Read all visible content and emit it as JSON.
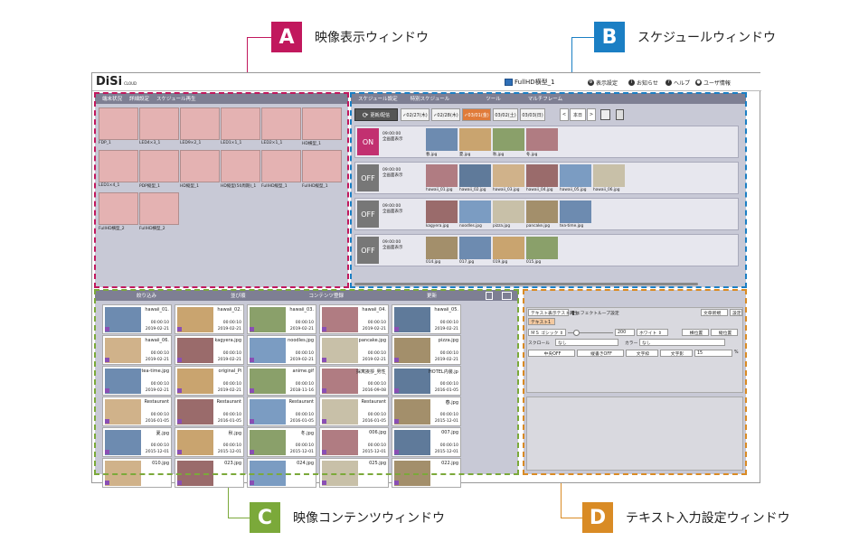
{
  "callouts": {
    "A": {
      "letter": "A",
      "label": "映像表示ウィンドウ",
      "color": "#c1185d"
    },
    "B": {
      "letter": "B",
      "label": "スケジュールウィンドウ",
      "color": "#1b7fc4"
    },
    "C": {
      "letter": "C",
      "label": "映像コンテンツウィンドウ",
      "color": "#7ba93a"
    },
    "D": {
      "letter": "D",
      "label": "テキスト入力設定ウィンドウ",
      "color": "#d98b25"
    }
  },
  "topbar": {
    "logo": "DiSi",
    "logo_sub": "CLOUD",
    "window_title": "FullHD横型_1",
    "items": [
      "表示設定",
      "お知らせ",
      "ヘルプ",
      "ユーザ情報"
    ]
  },
  "display_panel": {
    "tabs": [
      "端末状況",
      "詳細設定",
      "スケジュール再生"
    ],
    "displays": [
      "FDP_1",
      "LED4×3_1",
      "LED9×2_1",
      "LED1×1_1",
      "LED2×1_1",
      "HD横型_1",
      "LED1×4_1",
      "PDP縦型_1",
      "HD縦型_1",
      "HD縦型(50周期)_1",
      "FullHD縦型_1",
      "FullHD縦型_1",
      "FullHD横型_2",
      "FullHD横型_2"
    ]
  },
  "schedule_panel": {
    "tabs": [
      "スケジュール設定",
      "特別スケジュール",
      "ツール",
      "マルチフレーム"
    ],
    "update_button": "更新/配信",
    "dates": [
      "✓02/27(木)",
      "✓02/28(木)",
      "✓03/01(金)",
      "03/02(土)",
      "03/03(日)"
    ],
    "prev": "<",
    "today": "本日",
    "next": ">",
    "rows": [
      {
        "state": "ON",
        "time": "09:00:00",
        "mode": "全画面表示",
        "items": [
          "春.jpg",
          "夏.jpg",
          "秋.jpg",
          "冬.jpg"
        ]
      },
      {
        "state": "OFF",
        "time": "09:00:00",
        "mode": "全画面表示",
        "items": [
          "hawaii_01.jpg",
          "hawaii_02.jpg",
          "hawaii_03.jpg",
          "hawaii_04.jpg",
          "hawaii_05.jpg",
          "hawaii_06.jpg"
        ]
      },
      {
        "state": "OFF",
        "time": "09:00:00",
        "mode": "全画面表示",
        "items": [
          "kagyera.jpg",
          "noodles.jpg",
          "pizza.jpg",
          "pancake.jpg",
          "tea-time.jpg"
        ]
      },
      {
        "state": "OFF",
        "time": "09:00:00",
        "mode": "全画面表示",
        "items": [
          "014.jpg",
          "017.jpg",
          "019.jpg",
          "015.jpg"
        ]
      }
    ]
  },
  "content_panel": {
    "headers": [
      "絞り込み",
      "並び順",
      "コンテンツ登録",
      "更新"
    ],
    "items": [
      {
        "name": "hawaii_01.",
        "duration": "00:00:10",
        "date": "2019-02-21"
      },
      {
        "name": "hawaii_02.",
        "duration": "00:00:10",
        "date": "2019-02-21"
      },
      {
        "name": "hawaii_03.",
        "duration": "00:00:10",
        "date": "2019-02-21"
      },
      {
        "name": "hawaii_04.",
        "duration": "00:00:10",
        "date": "2019-02-21"
      },
      {
        "name": "hawaii_05.",
        "duration": "00:00:10",
        "date": "2019-02-21"
      },
      {
        "name": "hawaii_06.",
        "duration": "00:00:10",
        "date": "2019-02-21"
      },
      {
        "name": "kagyera.jpg",
        "duration": "00:00:10",
        "date": "2019-02-21"
      },
      {
        "name": "noodles.jpg",
        "duration": "00:00:10",
        "date": "2019-02-21"
      },
      {
        "name": "pancake.jpg",
        "duration": "00:00:10",
        "date": "2019-02-21"
      },
      {
        "name": "pizza.jpg",
        "duration": "00:00:10",
        "date": "2019-02-21"
      },
      {
        "name": "tea-time.jpg",
        "duration": "00:00:10",
        "date": "2019-02-21"
      },
      {
        "name": "original_Pi",
        "duration": "00:00:10",
        "date": "2019-02-21"
      },
      {
        "name": "anime.gif",
        "duration": "00:00:10",
        "date": "2018-11-16"
      },
      {
        "name": "採寓挨拶_男性_今日",
        "duration": "00:00:10",
        "date": "2016-09-08"
      },
      {
        "name": "HOTEL内装.jpg",
        "duration": "00:00:10",
        "date": "2016-01-05"
      },
      {
        "name": "Restaurant",
        "duration": "00:00:10",
        "date": "2016-01-05"
      },
      {
        "name": "Restaurant",
        "duration": "00:00:10",
        "date": "2016-01-05"
      },
      {
        "name": "Restaurant",
        "duration": "00:00:10",
        "date": "2016-01-05"
      },
      {
        "name": "Restaurant",
        "duration": "00:00:10",
        "date": "2016-01-05"
      },
      {
        "name": "春.jpg",
        "duration": "00:00:10",
        "date": "2015-12-01"
      },
      {
        "name": "夏.jpg",
        "duration": "00:00:10",
        "date": "2015-12-01"
      },
      {
        "name": "秋.jpg",
        "duration": "00:00:10",
        "date": "2015-12-01"
      },
      {
        "name": "冬.jpg",
        "duration": "00:00:10",
        "date": "2015-12-01"
      },
      {
        "name": "006.jpg",
        "duration": "00:00:10",
        "date": "2015-12-01"
      },
      {
        "name": "007.jpg",
        "duration": "00:00:10",
        "date": "2015-12-01"
      },
      {
        "name": "010.jpg",
        "duration": "",
        "date": ""
      },
      {
        "name": "023.jpg",
        "duration": "",
        "date": ""
      },
      {
        "name": "024.jpg",
        "duration": "",
        "date": ""
      },
      {
        "name": "025.jpg",
        "duration": "",
        "date": ""
      },
      {
        "name": "022.jpg",
        "duration": "",
        "date": ""
      }
    ]
  },
  "text_panel": {
    "tabs": [
      "テキスト表示テスト再生",
      "エフェクトループ設定"
    ],
    "right_buttons": [
      "文章新規",
      "設定"
    ],
    "text_tab": "テキスト1",
    "font": "ＭＳ ゴシック ⇕",
    "size": "200",
    "color": "ホワイト ⇕",
    "btn_a": "横位置",
    "btn_b": "縦位置",
    "scroll_label": "スクロール",
    "scroll_value": "なし",
    "color_label": "カラー",
    "color_value": "なし",
    "toggles": [
      "中央OFF",
      "縦書きOFF",
      "文字枠",
      "文字影"
    ],
    "value": "15",
    "unit": "%"
  }
}
